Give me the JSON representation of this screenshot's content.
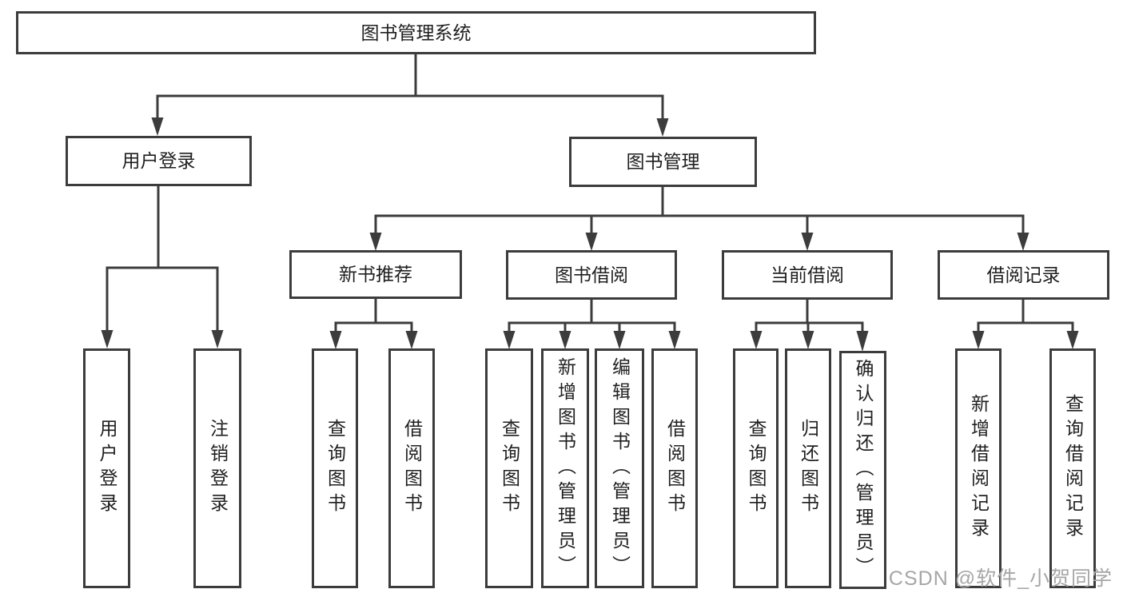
{
  "colors": {
    "line": "#3c3c3c",
    "text": "#1f1f1f",
    "box_fill": "#ffffff",
    "watermark": "#a6a6a6",
    "background": "#ffffff"
  },
  "root": {
    "label": "图书管理系统"
  },
  "branches": [
    {
      "label": "用户登录",
      "leaves": [
        "用户登录",
        "注销登录"
      ]
    },
    {
      "label": "图书管理",
      "children": [
        {
          "label": "新书推荐",
          "leaves": [
            "查询图书",
            "借阅图书"
          ]
        },
        {
          "label": "图书借阅",
          "leaves": [
            "查询图书",
            "新增图书（管理员）",
            "编辑图书（管理员）",
            "借阅图书"
          ]
        },
        {
          "label": "当前借阅",
          "leaves": [
            "查询图书",
            "归还图书",
            "确认归还（管理员）"
          ]
        },
        {
          "label": "借阅记录",
          "leaves": [
            "新增借阅记录",
            "查询借阅记录"
          ]
        }
      ]
    }
  ],
  "watermark": "CSDN @软件_小贺同学"
}
